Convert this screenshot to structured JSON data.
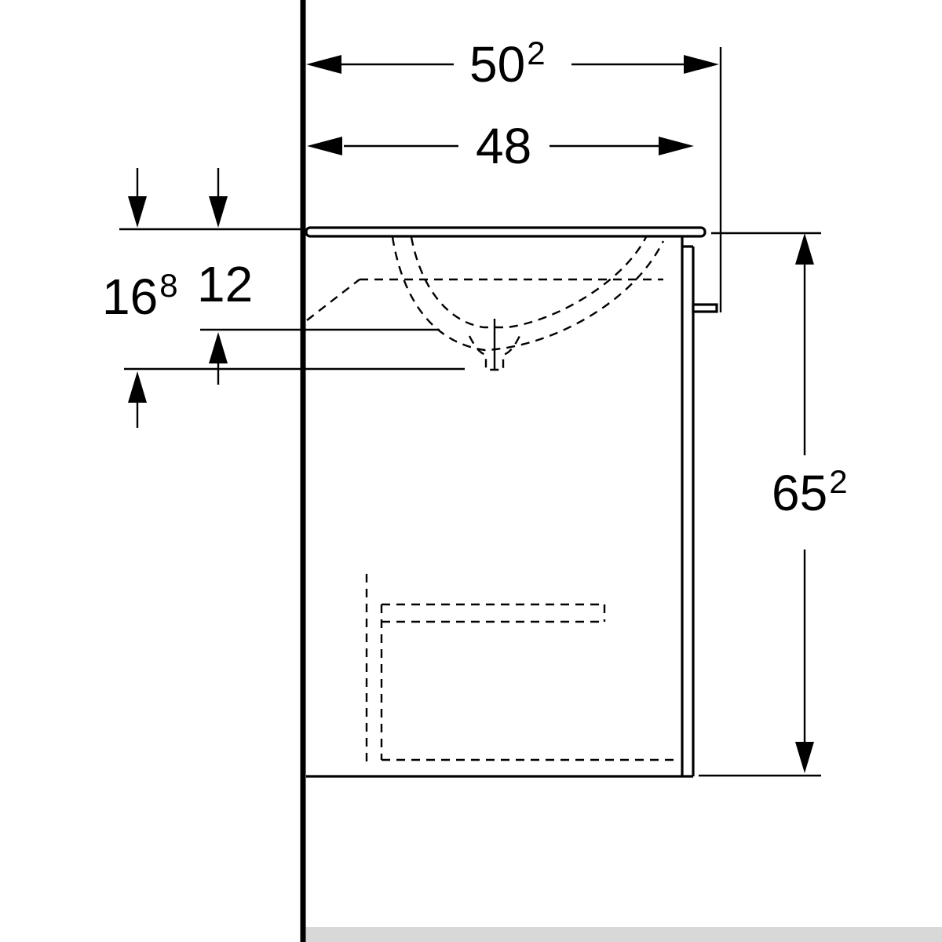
{
  "colors": {
    "line": "#000000",
    "floor_fill": "#d8d8d8",
    "background": "#ffffff"
  },
  "dimensions": {
    "overall_depth": {
      "value": "50",
      "sup": "2"
    },
    "cabinet_depth": {
      "value": "48"
    },
    "rim_to_bowl_depth": {
      "value": "12"
    },
    "rim_to_trap_depth": {
      "value": "16",
      "sup": "8"
    },
    "overall_height": {
      "value": "65",
      "sup": "2"
    }
  }
}
